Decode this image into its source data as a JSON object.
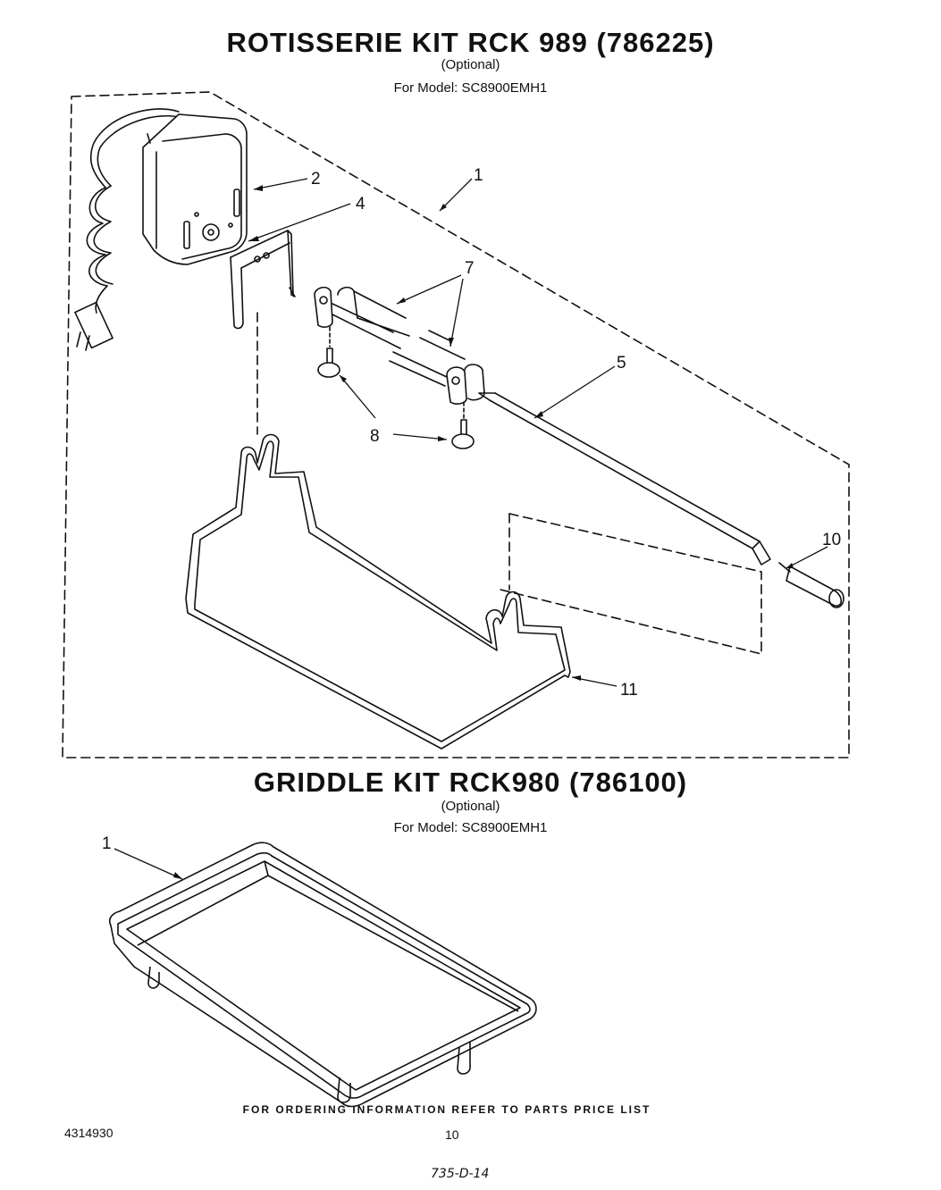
{
  "rotisserie": {
    "title": "ROTISSERIE KIT RCK 989 (786225)",
    "optional": "(Optional)",
    "model": "For Model: SC8900EMH1"
  },
  "griddle": {
    "title": "GRIDDLE KIT RCK980 (786100)",
    "optional": "(Optional)",
    "model": "For Model: SC8900EMH1"
  },
  "callouts": {
    "c1": "1",
    "c2": "2",
    "c4": "4",
    "c5": "5",
    "c7": "7",
    "c8": "8",
    "c10": "10",
    "c11": "11",
    "g1": "1"
  },
  "footer": {
    "ordering": "FOR ORDERING INFORMATION REFER TO PARTS PRICE LIST",
    "doc_number": "4314930",
    "page": "10",
    "handwritten": "735-D-14"
  }
}
